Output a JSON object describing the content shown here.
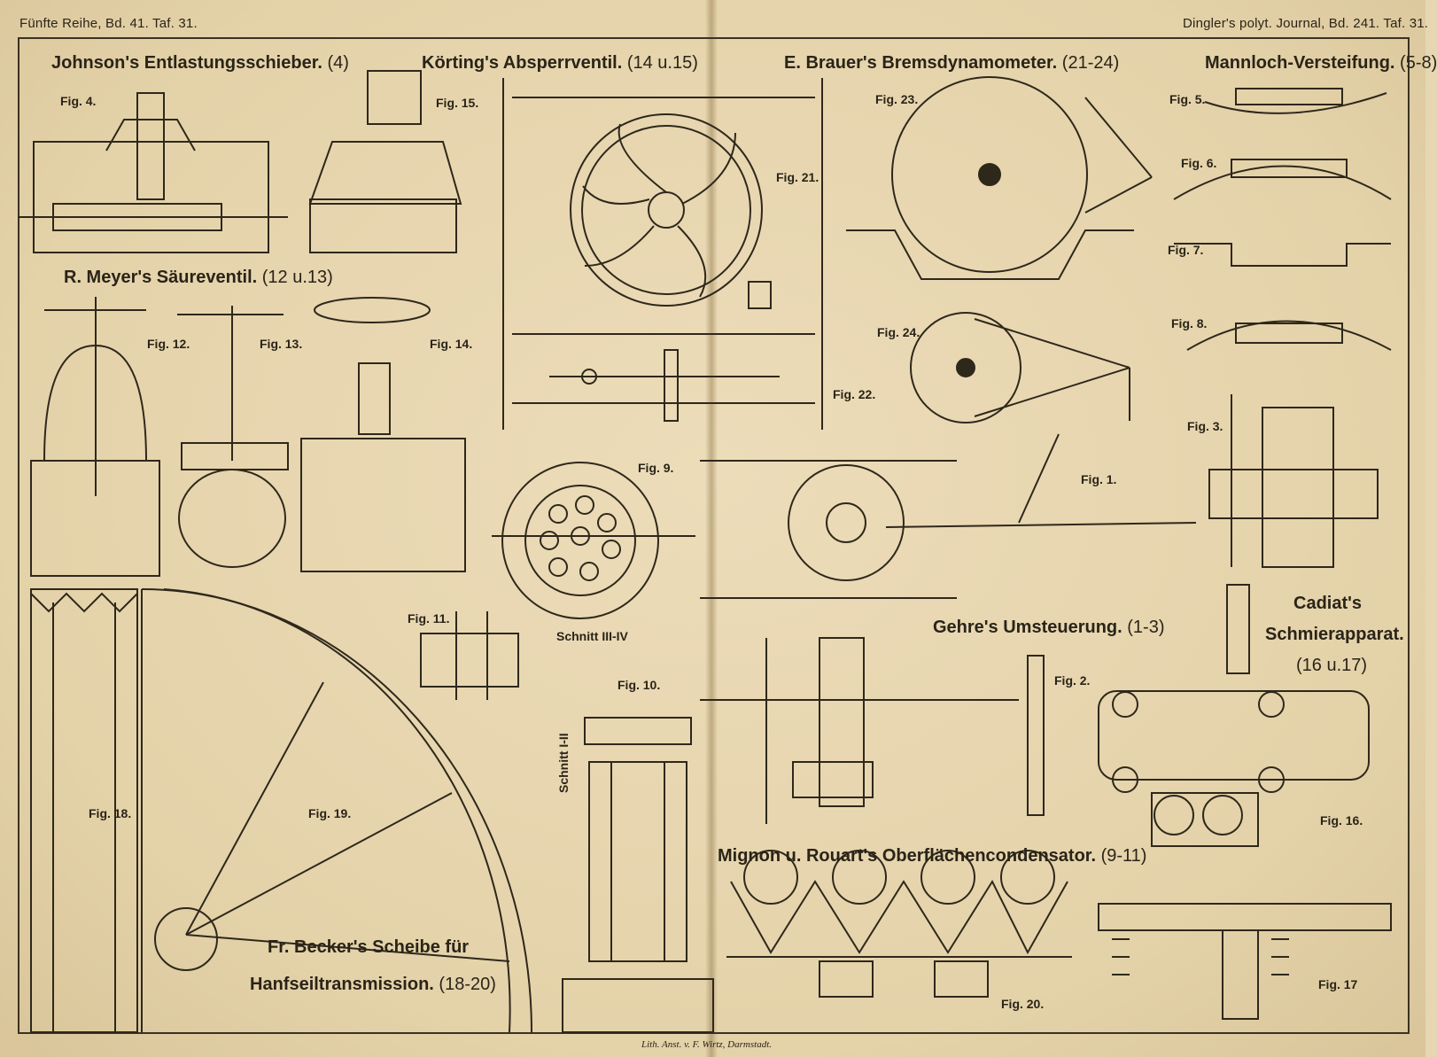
{
  "header": {
    "left": "Fünfte Reihe, Bd. 41. Taf. 31.",
    "right": "Dingler's polyt. Journal, Bd. 241. Taf. 31."
  },
  "titles": {
    "johnson": "Johnson's Entlastungsschieber.",
    "johnson_range": "(4)",
    "koerting": "Körting's Absperrventil.",
    "koerting_range": "(14 u.15)",
    "brauer": "E. Brauer's Bremsdynamometer.",
    "brauer_range": "(21-24)",
    "mannloch": "Mannloch-Versteifung.",
    "mannloch_range": "(5-8)",
    "meyer": "R. Meyer's Säureventil.",
    "meyer_range": "(12 u.13)",
    "gehre": "Gehre's Umsteuerung.",
    "gehre_range": "(1-3)",
    "cadiat_1": "Cadiat's",
    "cadiat_2": "Schmierapparat.",
    "cadiat_range": "(16 u.17)",
    "mignon": "Mignon u. Rouart's Oberflächencondensator.",
    "mignon_range": "(9-11)",
    "becker_1": "Fr. Becker's Scheibe für",
    "becker_2": "Hanfseiltransmission.",
    "becker_range": "(18-20)"
  },
  "figures": {
    "fig1": "Fig. 1.",
    "fig2": "Fig. 2.",
    "fig3": "Fig. 3.",
    "fig4": "Fig. 4.",
    "fig5": "Fig. 5.",
    "fig6": "Fig. 6.",
    "fig7": "Fig. 7.",
    "fig8": "Fig. 8.",
    "fig9": "Fig. 9.",
    "fig10": "Fig. 10.",
    "fig11": "Fig. 11.",
    "fig12": "Fig. 12.",
    "fig13": "Fig. 13.",
    "fig14": "Fig. 14.",
    "fig15": "Fig. 15.",
    "fig16": "Fig. 16.",
    "fig17": "Fig. 17",
    "fig18": "Fig. 18.",
    "fig19": "Fig. 19.",
    "fig20": "Fig. 20.",
    "fig21": "Fig. 21.",
    "fig22": "Fig. 22.",
    "fig23": "Fig. 23.",
    "fig24": "Fig. 24."
  },
  "sections": {
    "schnitt_34": "Schnitt III-IV",
    "schnitt_12": "Schnitt I-II"
  },
  "imprint": "Lith. Anst. v. F. Wirtz, Darmstadt."
}
